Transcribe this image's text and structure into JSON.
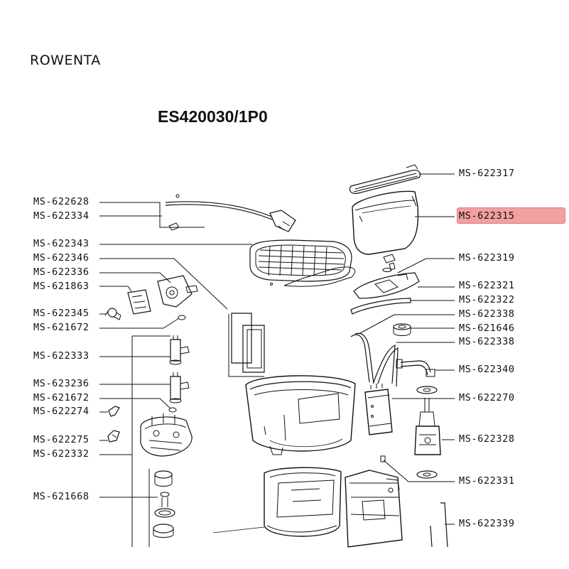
{
  "brand": "ROWENTA",
  "model": "ES420030/1P0",
  "highlight_color": "#f3a0a0",
  "parts_left": [
    "MS-622628",
    "MS-622334",
    "MS-622343",
    "MS-622346",
    "MS-622336",
    "MS-621863",
    "MS-622345",
    "MS-621672",
    "MS-622333",
    "MS-623236",
    "MS-621672",
    "MS-622274",
    "MS-622275",
    "MS-622332",
    "MS-621668"
  ],
  "parts_right": [
    "MS-622317",
    "MS-622315",
    "MS-622319",
    "MS-622321",
    "MS-622322",
    "MS-622338",
    "MS-621646",
    "MS-622338",
    "MS-622340",
    "MS-622270",
    "MS-622328",
    "MS-622331",
    "MS-622339"
  ],
  "highlighted_part": "MS-622315"
}
